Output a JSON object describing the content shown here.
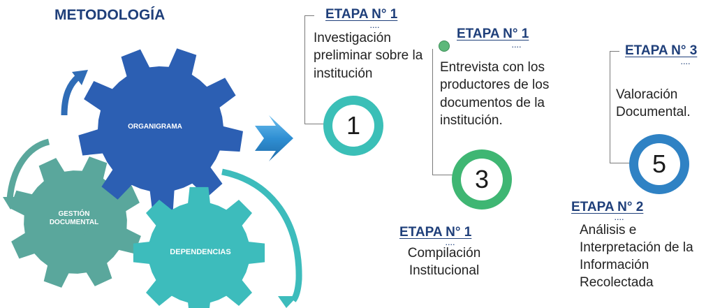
{
  "title": "METODOLOGÍA",
  "gears": {
    "top": "ORGANIGRAMA",
    "left": "GESTIÓN DOCUMENTAL",
    "bottom": "DEPENDENCIAS"
  },
  "stages": [
    {
      "title": "ETAPA N° 1",
      "dots": "....",
      "text": "Investigación preliminar sobre la institución",
      "number": "1",
      "color": "#3bbfb7"
    },
    {
      "title": "ETAPA N° 1",
      "dots": "....",
      "text": "Entrevista con los productores de los documentos de la institución.",
      "number": "3",
      "color": "#3fb673"
    },
    {
      "title": "ETAPA N° 3",
      "dots": "....",
      "text": "Valoración Documental.",
      "number": "5",
      "color": "#2f82c4"
    },
    {
      "title": "ETAPA N° 1",
      "dots": "....",
      "text": "Compilación Institucional"
    },
    {
      "title": "ETAPA N° 2",
      "dots": "....",
      "text": "Análisis e Interpretación de la Información Recolectada"
    }
  ],
  "colors": {
    "gear_top": "#2c5fb3",
    "gear_left": "#5aa79c",
    "gear_bottom": "#3dbcbc",
    "arrow": "#2f7fc0",
    "title": "#1f3f7a"
  }
}
